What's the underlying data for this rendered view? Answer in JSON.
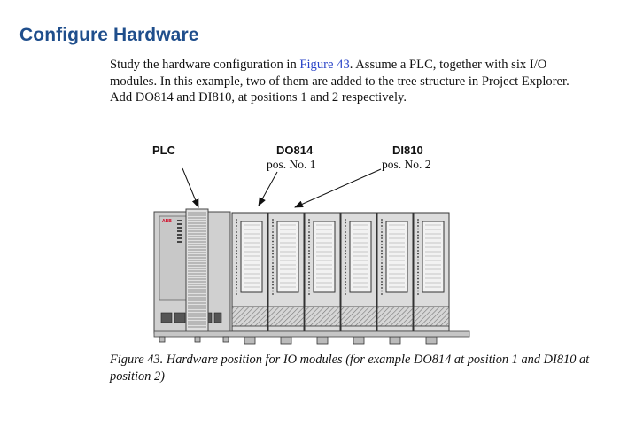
{
  "heading": "Configure Hardware",
  "paragraph": {
    "before_link": "Study the hardware configuration in ",
    "link": "Figure 43",
    "after_link": ". Assume a PLC, together with six I/O modules. In this example, two of them are added to the tree structure in Project Explorer. Add DO814 and DI810, at positions 1 and 2 respectively."
  },
  "figure": {
    "labels": {
      "plc": "PLC",
      "do814": "DO814",
      "do814_pos": "pos. No. 1",
      "di810": "DI810",
      "di810_pos": "pos. No. 2"
    },
    "logo_text": "ABB",
    "io_module_count": 6,
    "colors": {
      "module_fill": "#dcdcdc",
      "outline": "#333333",
      "logo": "#d2001e"
    }
  },
  "caption": "Figure 43. Hardware position for IO modules (for example DO814 at position 1 and DI810 at position 2)"
}
